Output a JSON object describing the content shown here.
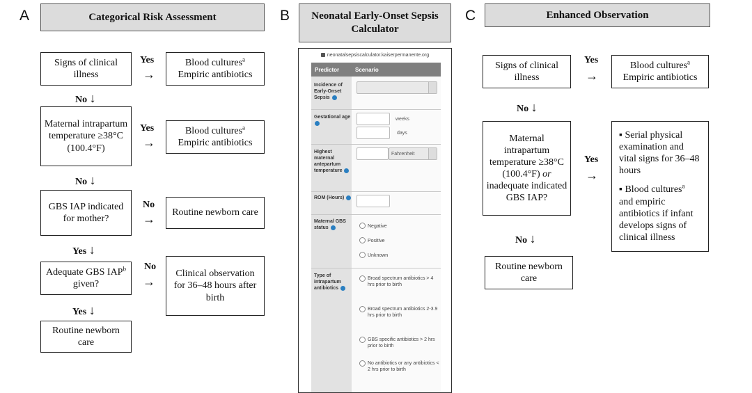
{
  "panels": {
    "a": {
      "letter": "A",
      "title": "Categorical Risk Assessment",
      "box1": "Signs of clinical illness",
      "box1_yes": "Yes",
      "result1_line1": "Blood cultures",
      "result1_sup": "a",
      "result1_line2": "Empiric antibiotics",
      "no1": "No",
      "box2": "Maternal intrapartum temperature ≥38°C (100.4°F)",
      "box2_yes": "Yes",
      "result2_line1": "Blood cultures",
      "result2_sup": "a",
      "result2_line2": "Empiric antibiotics",
      "no2": "No",
      "box3": "GBS IAP indicated for mother?",
      "box3_no": "No",
      "result3": "Routine newborn care",
      "yes3": "Yes",
      "box4_part1": "Adequate GBS IAP",
      "box4_sup": "b",
      "box4_part2": " given?",
      "box4_no": "No",
      "result4": "Clinical observation for 36–48 hours after birth",
      "yes4": "Yes",
      "box5": "Routine newborn care"
    },
    "b": {
      "letter": "B",
      "title": "Neonatal Early-Onset Sepsis Calculator",
      "url": "neonatalsepsiscalculator.kaiserpermanente.org",
      "col_predictor": "Predictor",
      "col_scenario": "Scenario",
      "rows": {
        "incidence": "Incidence of Early-Onset Sepsis",
        "gestational": "Gestational age",
        "temperature": "Highest maternal antepartum temperature",
        "rom": "ROM (Hours)",
        "gbs": "Maternal GBS status",
        "antibiotics": "Type of intrapartum antibiotics"
      },
      "units": {
        "weeks": "weeks",
        "days": "days",
        "fahrenheit": "Fahrenheit"
      },
      "gbs_options": [
        "Negative",
        "Positive",
        "Unknown"
      ],
      "antibiotic_options": [
        "Broad spectrum antibiotics > 4 hrs prior to birth",
        "Broad spectrum antibiotics 2-3.9 hrs prior to birth",
        "GBS specific antibiotics > 2 hrs prior to birth",
        "No antibiotics or any antibiotics < 2 hrs prior to birth"
      ]
    },
    "c": {
      "letter": "C",
      "title": "Enhanced Observation",
      "box1": "Signs of clinical illness",
      "yes1": "Yes",
      "result1_line1": "Blood cultures",
      "result1_sup": "a",
      "result1_line2": "Empiric antibiotics",
      "no1": "No",
      "box2_line1": "Maternal intrapartum temperature ≥38°C (100.4°F)",
      "box2_or": "or",
      "box2_line2": " inadequate indicated GBS IAP?",
      "yes2": "Yes",
      "bullet1": "▪ Serial physical examination and vital signs for 36–48 hours",
      "bullet2_part1": "▪ Blood cultures",
      "bullet2_sup": "a",
      "bullet2_part2": " and empiric antibiotics if infant develops signs of clinical illness",
      "no2": "No",
      "box3": "Routine newborn care"
    }
  },
  "arrows": {
    "right": "→",
    "down": "↓"
  }
}
